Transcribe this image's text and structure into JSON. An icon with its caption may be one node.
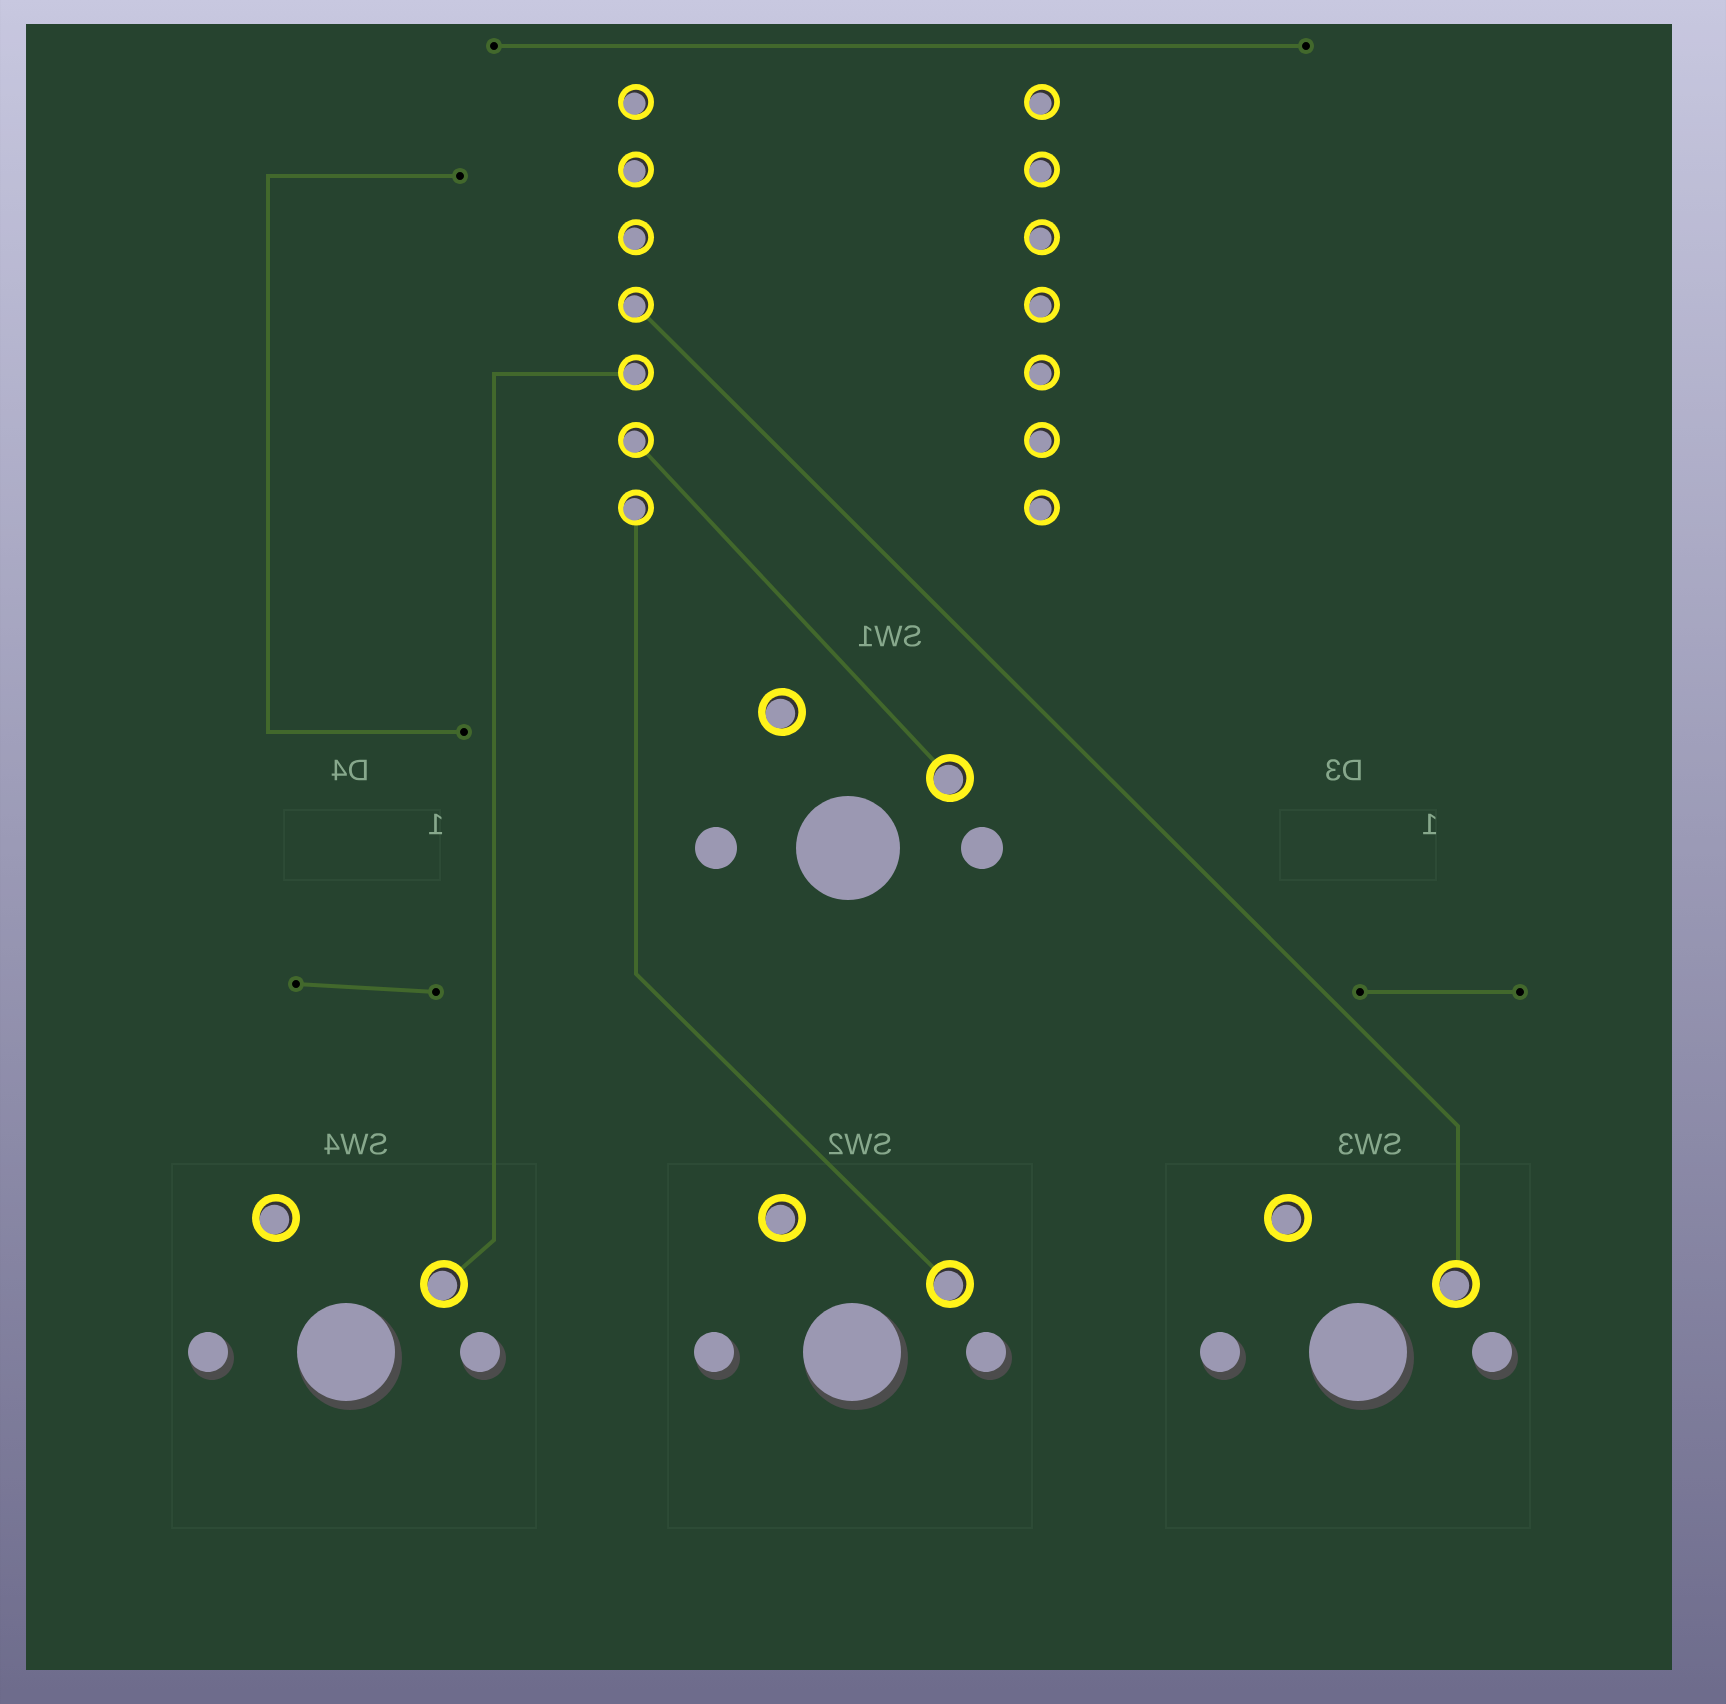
{
  "diagram": {
    "labels": [
      "SW1",
      "D4",
      "1",
      "D3",
      "1",
      "SW4",
      "SW2",
      "SW3"
    ]
  }
}
